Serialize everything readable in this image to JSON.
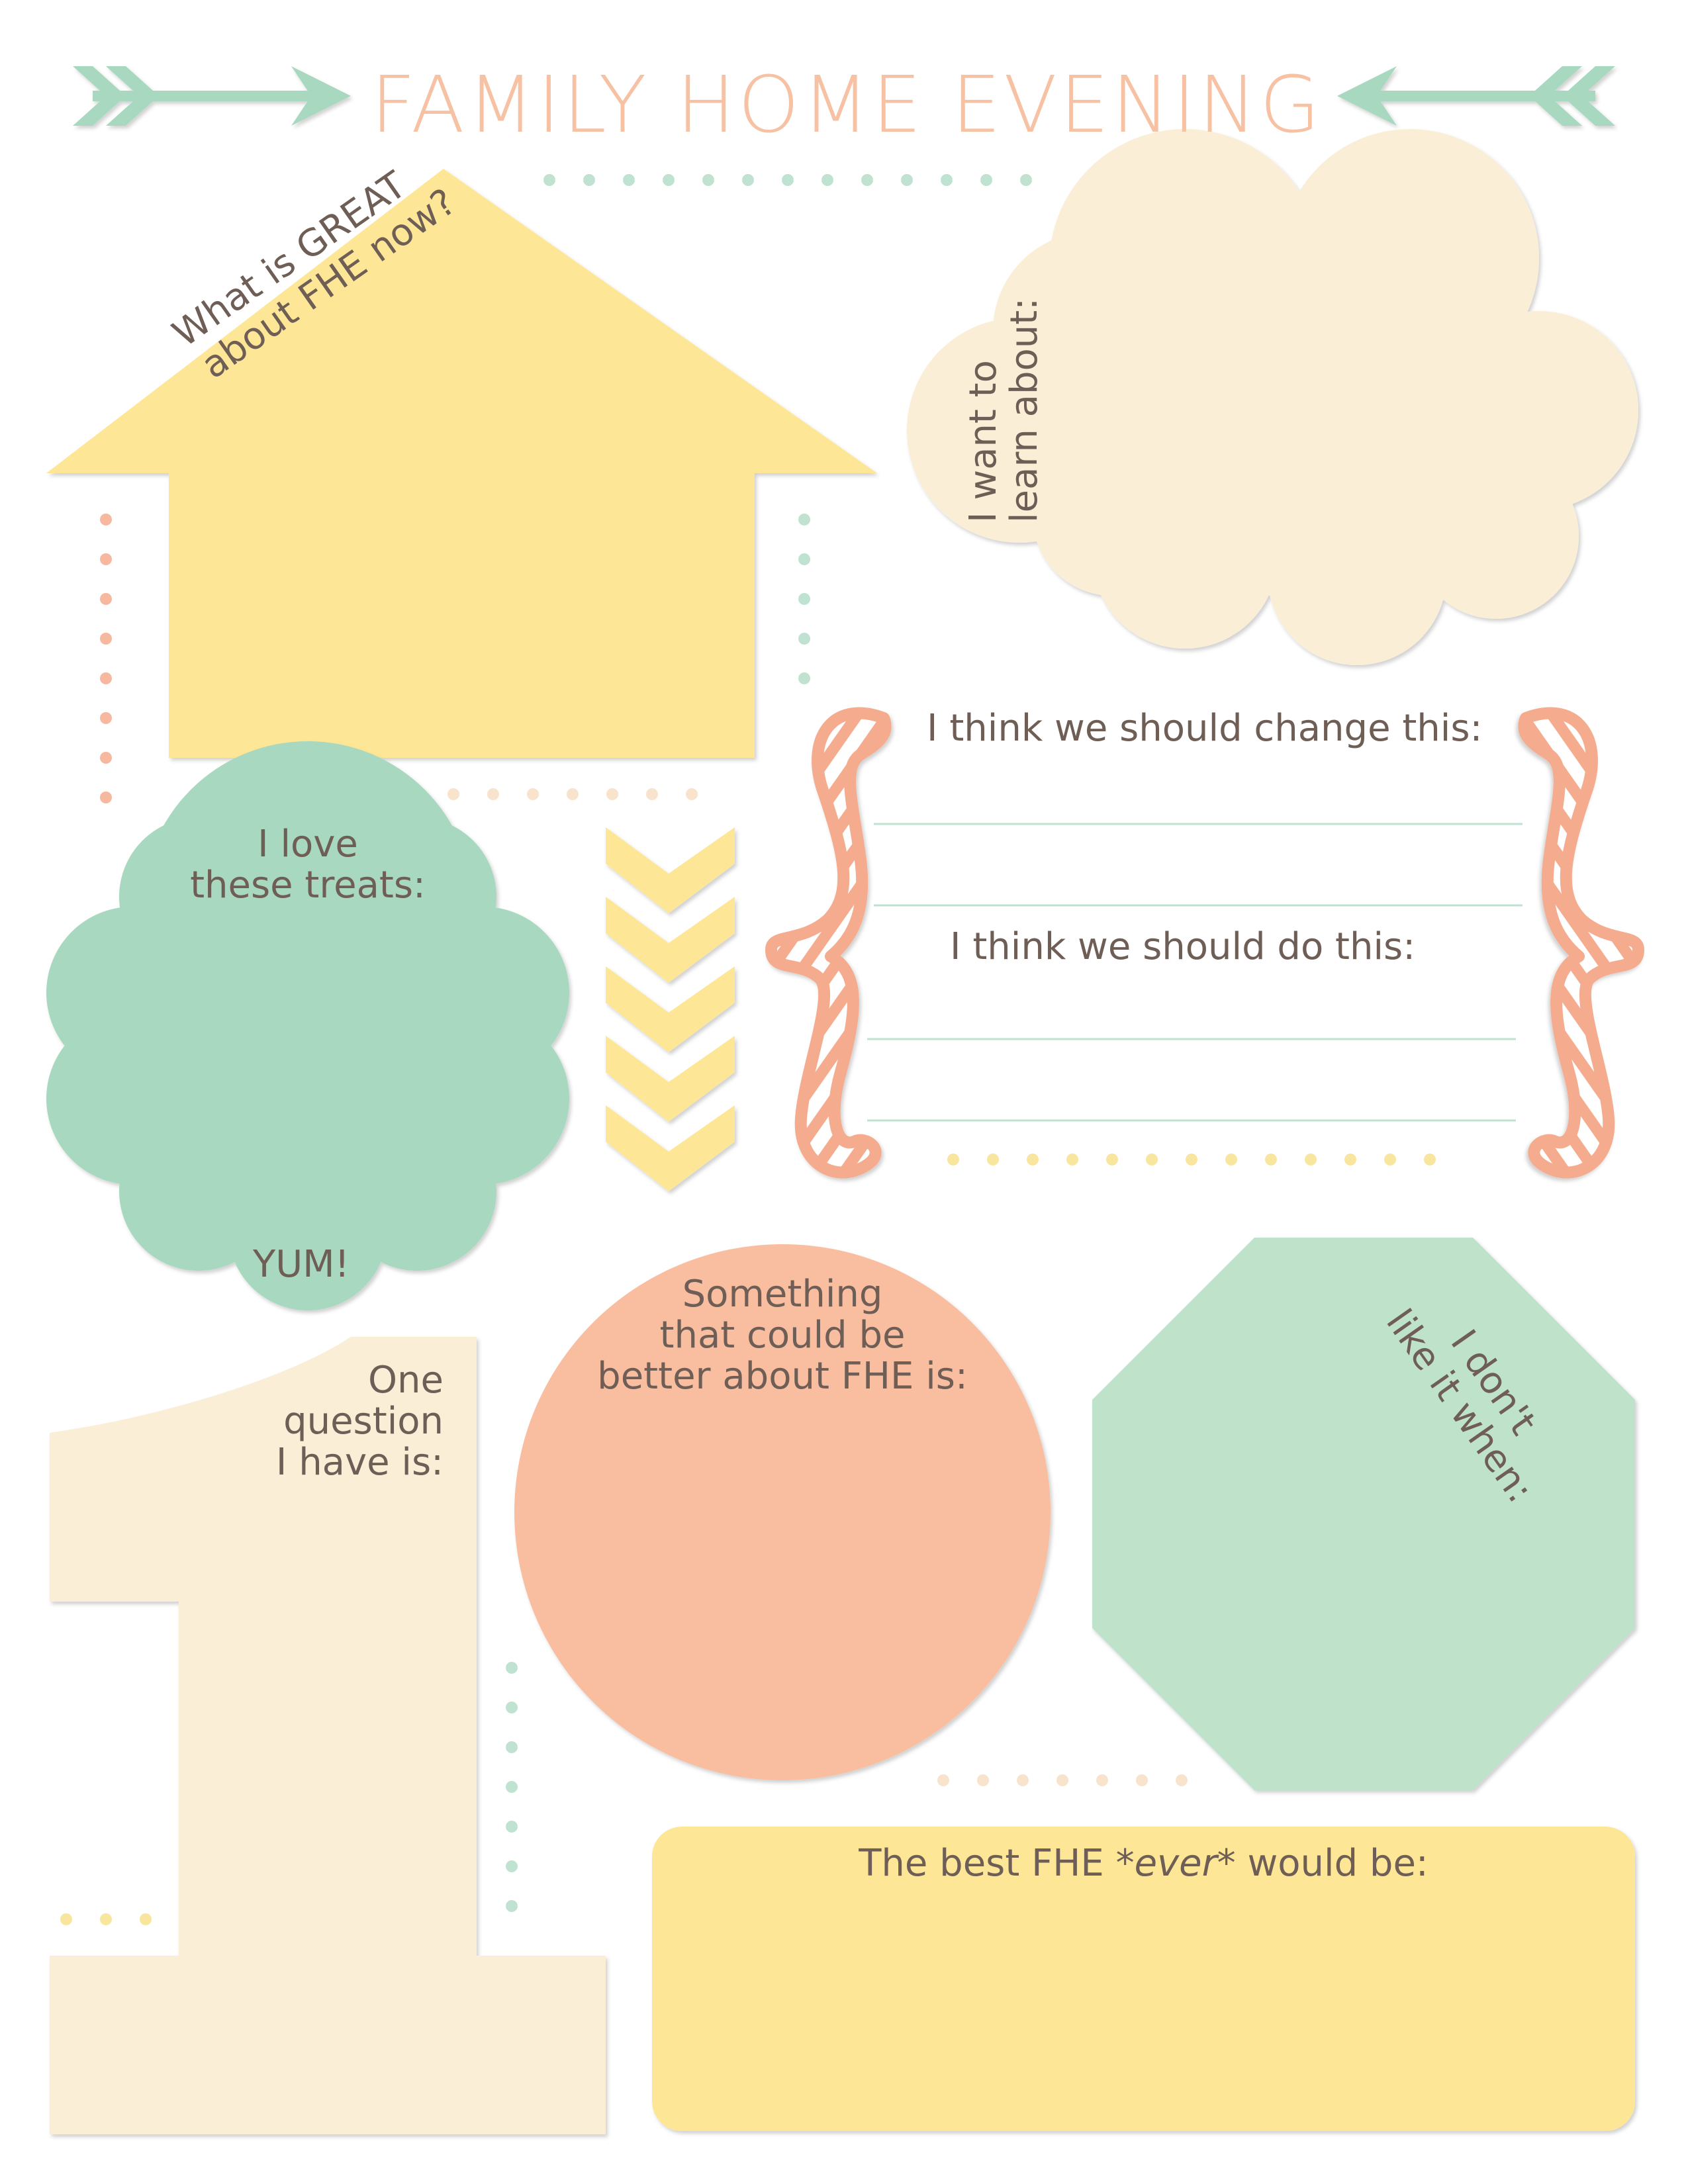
{
  "title": "FAMILY HOME EVENING",
  "colors": {
    "yellow": "#fde797",
    "mint": "#a8d9c0",
    "sage": "#9fd3b6",
    "cream": "#faeed7",
    "peach": "#f9bea0",
    "coral": "#f5ab8d",
    "dot_mint": "#bfe2d1",
    "dot_peach": "#f6b99f",
    "dot_yellow": "#f8e69e",
    "dot_cream": "#f8e3cc",
    "text": "#6e5e56",
    "title_text": "#f7c2a4"
  },
  "sections": {
    "house": {
      "prompt_line1": "What is GREAT",
      "prompt_line2": "about FHE now?"
    },
    "cloud": {
      "prompt_line1": "I want to",
      "prompt_line2": "learn about:"
    },
    "bracket": {
      "prompt_change": "I think we should change this:",
      "prompt_do": "I think we should do this:"
    },
    "treats": {
      "prompt_line1": "I love",
      "prompt_line2": "these treats:",
      "footer": "YUM!"
    },
    "number_one": {
      "prompt_line1": "One",
      "prompt_line2": "question",
      "prompt_line3": "I have is:"
    },
    "circle": {
      "prompt_line1": "Something",
      "prompt_line2": "that could be",
      "prompt_line3": "better about FHE is:"
    },
    "octagon": {
      "prompt_line1": "I don't",
      "prompt_line2": "like it when:"
    },
    "best": {
      "prompt_before": "The best FHE ",
      "prompt_emphasis": "*ever*",
      "prompt_after": " would be:"
    }
  }
}
